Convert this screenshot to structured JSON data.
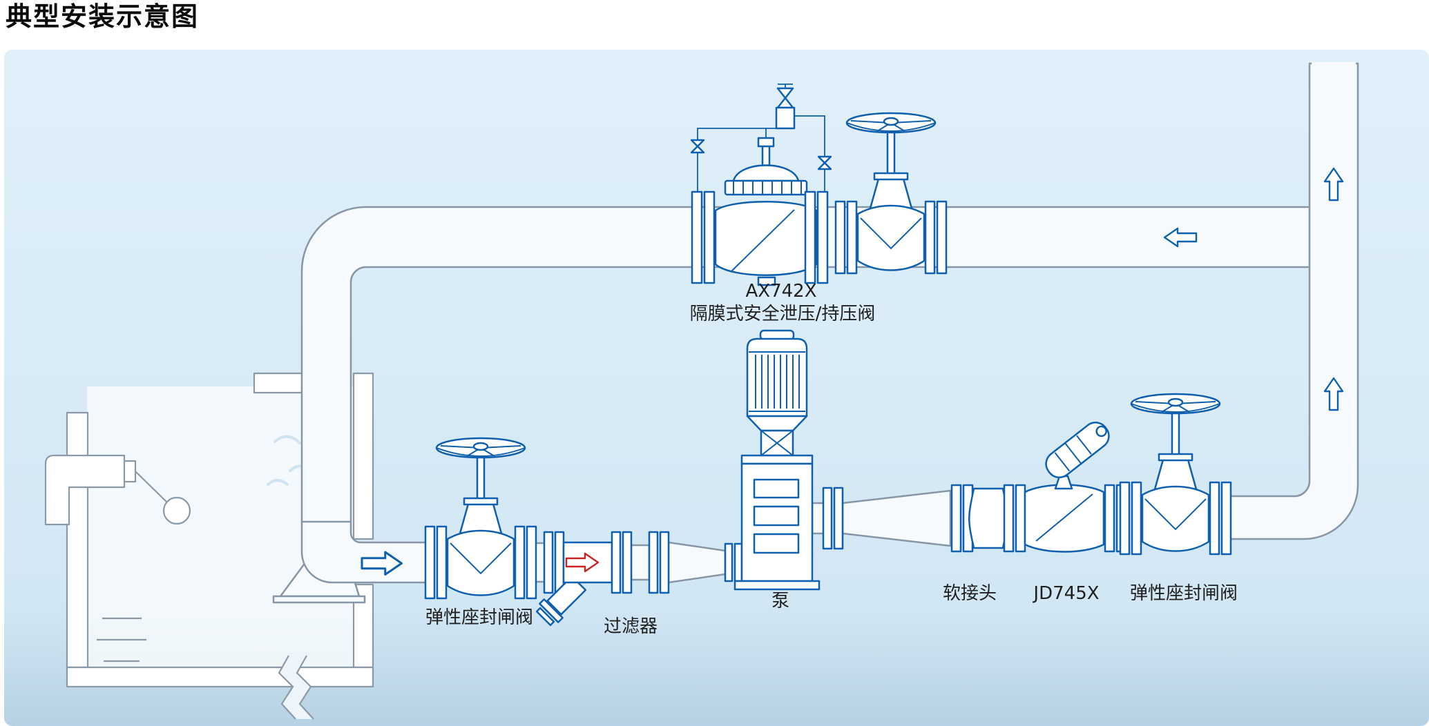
{
  "title": "典型安装示意图",
  "colors": {
    "diagram_background": "#d7e9f6",
    "pipe_stroke": "#8696a6",
    "equipment_stroke": "#0e5fae",
    "red_arrow": "#cc2222",
    "text": "#1f1f1f"
  },
  "labels": {
    "relief_valve_model": "AX742X",
    "relief_valve_name": "隔膜式安全泄压/持压阀",
    "pump": "泵",
    "flexible_joint": "软接头",
    "check_valve_model": "JD745X",
    "gate_valve_right": "弹性座封闸阀",
    "gate_valve_left": "弹性座封闸阀",
    "strainer": "过滤器"
  }
}
